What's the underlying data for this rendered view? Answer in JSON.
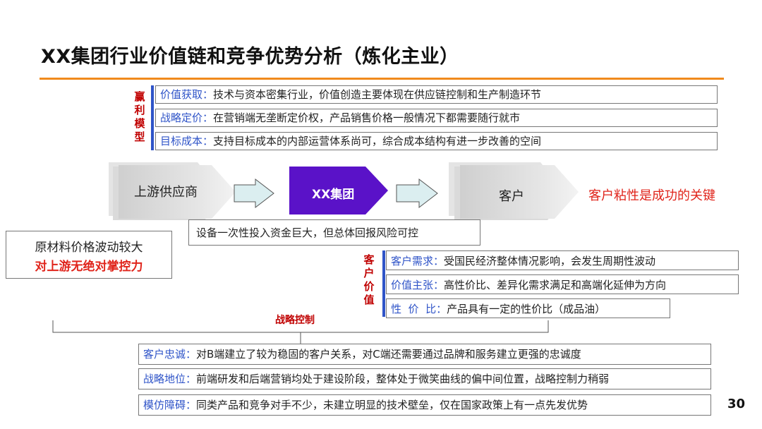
{
  "title": "XX集团行业价值链和竞争优势分析（炼化主业）",
  "profit_model": {
    "label_chars": [
      "赢",
      "利",
      "模",
      "型"
    ],
    "items": [
      {
        "key": "价值获取：",
        "text": "技术与资本密集行业，价值创造主要体现在供应链控制和生产制造环节"
      },
      {
        "key": "战略定价：",
        "text": "在营销端无垄断定价权，产品销售价格一般情况下都需要随行就市"
      },
      {
        "key": "目标成本：",
        "text": "支持目标成本的内部运营体系尚可，综合成本结构有进一步改善的空间"
      }
    ]
  },
  "value_chain": {
    "upstream": "上游供应商",
    "group": "XX集团",
    "customer": "客户",
    "customer_note": "客户粘性是成功的关键",
    "invest_note": "设备一次性投入资金巨大，但总体回报风险可控"
  },
  "raw_material": {
    "line1": "原材料价格波动较大",
    "line2": "对上游无绝对掌控力"
  },
  "customer_value": {
    "label_chars": [
      "客",
      "户",
      "价",
      "值"
    ],
    "items": [
      {
        "key": "客户需求：",
        "text": "受国民经济整体情况影响，会发生周期性波动"
      },
      {
        "key": "价值主张：",
        "text": "高性价比、差异化需求满足和高端化延伸为方向"
      },
      {
        "key": "性  价  比：",
        "text": "产品具有一定的性价比（成品油）"
      }
    ]
  },
  "strategic_control": {
    "label": "战略控制",
    "items": [
      {
        "key": "客户忠诚：",
        "text": "对B端建立了较为稳固的客户关系，对C端还需要通过品牌和服务建立更强的忠诚度"
      },
      {
        "key": "战略地位：",
        "text": "前端研发和后端营销均处于建设阶段，整体处于微笑曲线的偏中间位置，战略控制力稍弱"
      },
      {
        "key": "模仿障碍：",
        "text": "同类产品和竞争对手不少，未建立明显的技术壁垒，仅在国家政策上有一点先发优势"
      }
    ]
  },
  "page_number": "30",
  "colors": {
    "accent_orange": "#f08a1c",
    "brand_purple": "#5a12c8",
    "label_red": "#c00000",
    "key_blue": "#2f54c8"
  }
}
